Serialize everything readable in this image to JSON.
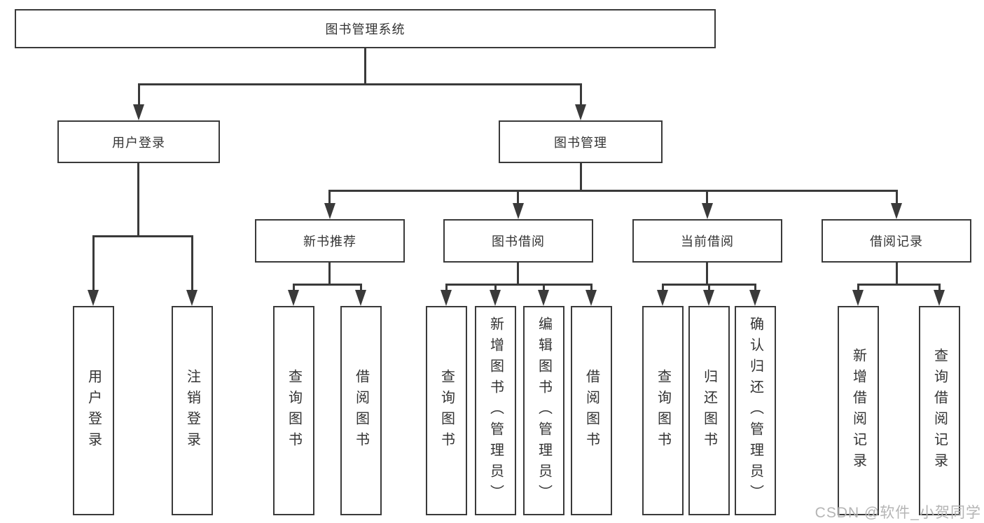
{
  "diagram": {
    "type": "tree",
    "title": "图书管理系统",
    "watermark": "CSDN @软件_小贺同学",
    "colors": {
      "line": "#3a3a3a",
      "text": "#333333",
      "watermark": "#b5b5b5",
      "background": "#ffffff"
    },
    "root": {
      "label": "图书管理系统",
      "children": [
        {
          "label": "用户登录",
          "children": [
            {
              "label": "用户登录"
            },
            {
              "label": "注销登录"
            }
          ]
        },
        {
          "label": "图书管理",
          "children": [
            {
              "label": "新书推荐",
              "children": [
                {
                  "label": "查询图书"
                },
                {
                  "label": "借阅图书"
                }
              ]
            },
            {
              "label": "图书借阅",
              "children": [
                {
                  "label": "查询图书"
                },
                {
                  "label": "新增图书（管理员）"
                },
                {
                  "label": "编辑图书（管理员）"
                },
                {
                  "label": "借阅图书"
                }
              ]
            },
            {
              "label": "当前借阅",
              "children": [
                {
                  "label": "查询图书"
                },
                {
                  "label": "归还图书"
                },
                {
                  "label": "确认归还（管理员）"
                }
              ]
            },
            {
              "label": "借阅记录",
              "children": [
                {
                  "label": "新增借阅记录"
                },
                {
                  "label": "查询借阅记录"
                }
              ]
            }
          ]
        }
      ]
    }
  }
}
